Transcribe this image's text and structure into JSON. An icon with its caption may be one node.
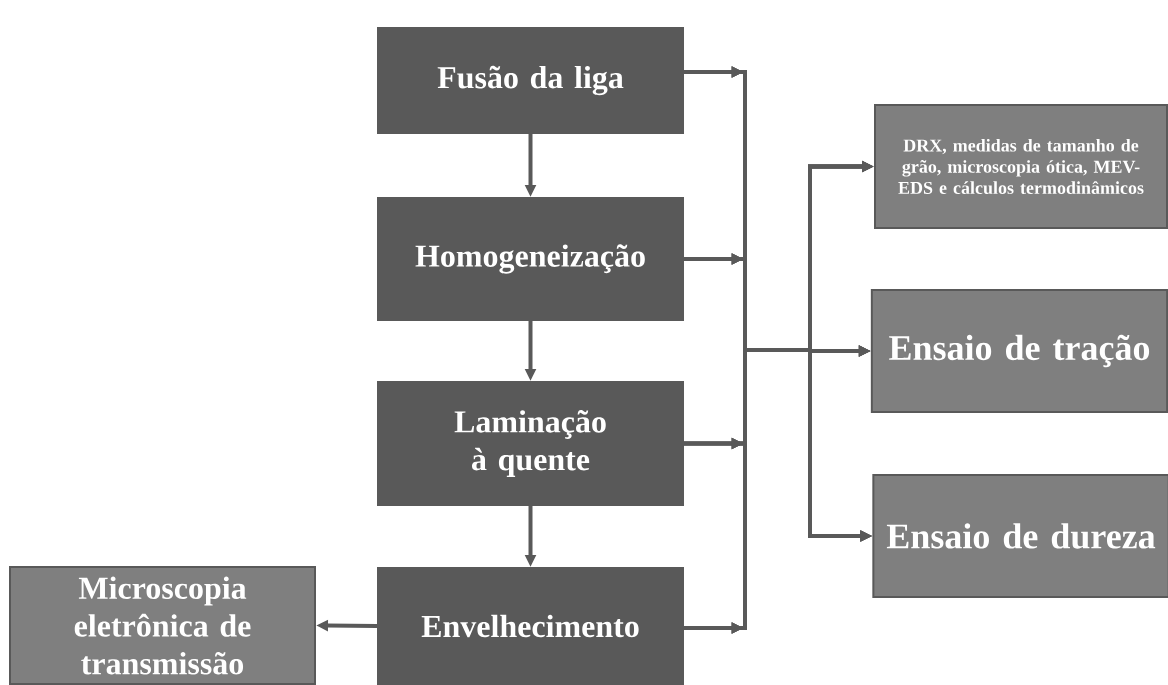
{
  "diagram": {
    "nodes": [
      {
        "text": [
          "Fusão da liga"
        ]
      },
      {
        "text": [
          "Homogeneização"
        ]
      },
      {
        "text": [
          "Laminação à quente"
        ]
      },
      {
        "text": [
          "Envelhecimento"
        ]
      },
      {
        "text": [
          "Microscopia eletrônica de transmissão"
        ]
      },
      {
        "text": [
          "DRX, medidas de tamanho de grão, microscopia ótica, MEV-EDS e cálculos termodinâmicos"
        ]
      },
      {
        "text": [
          "Ensaio de tração"
        ]
      },
      {
        "text": [
          "Ensaio de dureza"
        ]
      }
    ],
    "edges": [
      {
        "from": 0,
        "to": 1,
        "arrow": "to"
      },
      {
        "from": 1,
        "to": 2,
        "arrow": "to"
      },
      {
        "from": 2,
        "to": 3,
        "arrow": "to"
      },
      {
        "from": 3,
        "to": 4,
        "arrow": "to"
      },
      {
        "from": 0,
        "to": 5,
        "arrow": "to"
      },
      {
        "from": 0,
        "to": 6,
        "arrow": "to"
      },
      {
        "from": 0,
        "to": 7,
        "arrow": "to"
      },
      {
        "from": 1,
        "to": 5,
        "arrow": "to"
      },
      {
        "from": 1,
        "to": 6,
        "arrow": "to"
      },
      {
        "from": 1,
        "to": 7,
        "arrow": "to"
      },
      {
        "from": 2,
        "to": 5,
        "arrow": "to"
      },
      {
        "from": 2,
        "to": 6,
        "arrow": "to"
      },
      {
        "from": 2,
        "to": 7,
        "arrow": "to"
      },
      {
        "from": 3,
        "to": 5,
        "arrow": "to"
      },
      {
        "from": 3,
        "to": 6,
        "arrow": "to"
      },
      {
        "from": 3,
        "to": 7,
        "arrow": "to"
      }
    ]
  }
}
